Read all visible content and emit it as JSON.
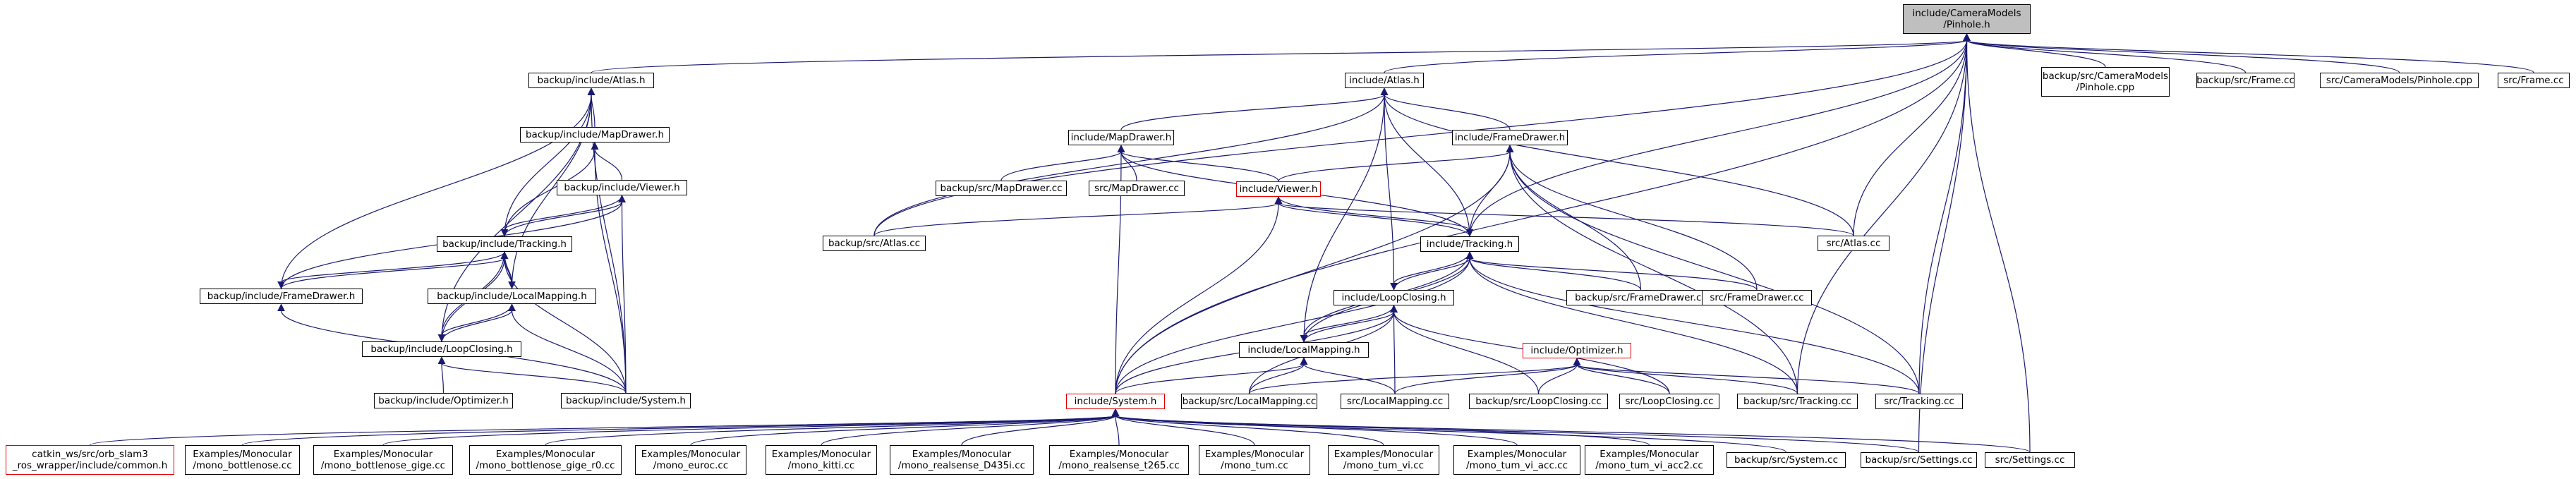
{
  "diagram": {
    "type": "include-dependency-graph",
    "colors": {
      "edge": "#191970",
      "box_border": "#000000",
      "red_border": "#e00000",
      "root_fill": "#bfbfbf"
    },
    "nodes": [
      {
        "id": "root",
        "lines": [
          "include/CameraModels",
          "/Pinhole.h"
        ],
        "style": "root"
      },
      {
        "id": "b_atlas_h",
        "lines": [
          "backup/include/Atlas.h"
        ]
      },
      {
        "id": "atlas_h",
        "lines": [
          "include/Atlas.h"
        ]
      },
      {
        "id": "b_cm_pinhole",
        "lines": [
          "backup/src/CameraModels",
          "/Pinhole.cpp"
        ]
      },
      {
        "id": "b_frame_cc",
        "lines": [
          "backup/src/Frame.cc"
        ]
      },
      {
        "id": "src_cm_pinhole",
        "lines": [
          "src/CameraModels/Pinhole.cpp"
        ]
      },
      {
        "id": "src_frame_cc",
        "lines": [
          "src/Frame.cc"
        ]
      },
      {
        "id": "b_mapdrawer_h",
        "lines": [
          "backup/include/MapDrawer.h"
        ]
      },
      {
        "id": "mapdrawer_h",
        "lines": [
          "include/MapDrawer.h"
        ]
      },
      {
        "id": "framedrawer_h",
        "lines": [
          "include/FrameDrawer.h"
        ]
      },
      {
        "id": "b_viewer_h",
        "lines": [
          "backup/include/Viewer.h"
        ]
      },
      {
        "id": "b_src_mapdrawer",
        "lines": [
          "backup/src/MapDrawer.cc"
        ]
      },
      {
        "id": "src_mapdrawer",
        "lines": [
          "src/MapDrawer.cc"
        ]
      },
      {
        "id": "viewer_h",
        "lines": [
          "include/Viewer.h"
        ],
        "style": "red"
      },
      {
        "id": "b_src_atlas",
        "lines": [
          "backup/src/Atlas.cc"
        ]
      },
      {
        "id": "src_atlas",
        "lines": [
          "src/Atlas.cc"
        ]
      },
      {
        "id": "b_tracking_h",
        "lines": [
          "backup/include/Tracking.h"
        ]
      },
      {
        "id": "tracking_h",
        "lines": [
          "include/Tracking.h"
        ]
      },
      {
        "id": "b_framedrawer_h",
        "lines": [
          "backup/include/FrameDrawer.h"
        ]
      },
      {
        "id": "b_localmapping_h",
        "lines": [
          "backup/include/LocalMapping.h"
        ]
      },
      {
        "id": "loopclosing_h",
        "lines": [
          "include/LoopClosing.h"
        ]
      },
      {
        "id": "b_src_framedrawer",
        "lines": [
          "backup/src/FrameDrawer.cc"
        ]
      },
      {
        "id": "src_framedrawer",
        "lines": [
          "src/FrameDrawer.cc"
        ]
      },
      {
        "id": "b_loopclosing_h",
        "lines": [
          "backup/include/LoopClosing.h"
        ]
      },
      {
        "id": "localmapping_h",
        "lines": [
          "include/LocalMapping.h"
        ]
      },
      {
        "id": "optimizer_h",
        "lines": [
          "include/Optimizer.h"
        ],
        "style": "red"
      },
      {
        "id": "b_optimizer_h",
        "lines": [
          "backup/include/Optimizer.h"
        ]
      },
      {
        "id": "b_system_h",
        "lines": [
          "backup/include/System.h"
        ]
      },
      {
        "id": "system_h",
        "lines": [
          "include/System.h"
        ],
        "style": "red"
      },
      {
        "id": "b_src_localmapping",
        "lines": [
          "backup/src/LocalMapping.cc"
        ]
      },
      {
        "id": "src_localmapping",
        "lines": [
          "src/LocalMapping.cc"
        ]
      },
      {
        "id": "b_src_loopclosing",
        "lines": [
          "backup/src/LoopClosing.cc"
        ]
      },
      {
        "id": "src_loopclosing",
        "lines": [
          "src/LoopClosing.cc"
        ]
      },
      {
        "id": "b_src_tracking",
        "lines": [
          "backup/src/Tracking.cc"
        ]
      },
      {
        "id": "src_tracking",
        "lines": [
          "src/Tracking.cc"
        ]
      },
      {
        "id": "common_h",
        "lines": [
          "catkin_ws/src/orb_slam3",
          "_ros_wrapper/include/common.h"
        ],
        "style": "red"
      },
      {
        "id": "ex_bottlenose",
        "lines": [
          "Examples/Monocular",
          "/mono_bottlenose.cc"
        ]
      },
      {
        "id": "ex_bottlenose_gige",
        "lines": [
          "Examples/Monocular",
          "/mono_bottlenose_gige.cc"
        ]
      },
      {
        "id": "ex_bottlenose_gige_r0",
        "lines": [
          "Examples/Monocular",
          "/mono_bottlenose_gige_r0.cc"
        ]
      },
      {
        "id": "ex_euroc",
        "lines": [
          "Examples/Monocular",
          "/mono_euroc.cc"
        ]
      },
      {
        "id": "ex_kitti",
        "lines": [
          "Examples/Monocular",
          "/mono_kitti.cc"
        ]
      },
      {
        "id": "ex_d435i",
        "lines": [
          "Examples/Monocular",
          "/mono_realsense_D435i.cc"
        ]
      },
      {
        "id": "ex_t265",
        "lines": [
          "Examples/Monocular",
          "/mono_realsense_t265.cc"
        ]
      },
      {
        "id": "ex_tum",
        "lines": [
          "Examples/Monocular",
          "/mono_tum.cc"
        ]
      },
      {
        "id": "ex_tum_vi",
        "lines": [
          "Examples/Monocular",
          "/mono_tum_vi.cc"
        ]
      },
      {
        "id": "ex_tum_vi_acc",
        "lines": [
          "Examples/Monocular",
          "/mono_tum_vi_acc.cc"
        ]
      },
      {
        "id": "ex_tum_vi_acc2",
        "lines": [
          "Examples/Monocular",
          "/mono_tum_vi_acc2.cc"
        ]
      },
      {
        "id": "b_src_system",
        "lines": [
          "backup/src/System.cc"
        ]
      },
      {
        "id": "b_src_settings",
        "lines": [
          "backup/src/Settings.cc"
        ]
      },
      {
        "id": "src_settings",
        "lines": [
          "src/Settings.cc"
        ]
      }
    ],
    "edges": [
      [
        "root",
        "b_atlas_h"
      ],
      [
        "root",
        "atlas_h"
      ],
      [
        "root",
        "b_cm_pinhole"
      ],
      [
        "root",
        "b_frame_cc"
      ],
      [
        "root",
        "src_cm_pinhole"
      ],
      [
        "root",
        "src_frame_cc"
      ],
      [
        "root",
        "b_src_atlas"
      ],
      [
        "root",
        "src_atlas"
      ],
      [
        "root",
        "tracking_h"
      ],
      [
        "root",
        "b_src_tracking"
      ],
      [
        "root",
        "src_tracking"
      ],
      [
        "root",
        "b_src_settings"
      ],
      [
        "root",
        "src_settings"
      ],
      [
        "root",
        "system_h"
      ],
      [
        "b_atlas_h",
        "b_mapdrawer_h"
      ],
      [
        "b_atlas_h",
        "b_tracking_h"
      ],
      [
        "b_atlas_h",
        "b_framedrawer_h"
      ],
      [
        "b_atlas_h",
        "b_localmapping_h"
      ],
      [
        "b_atlas_h",
        "b_loopclosing_h"
      ],
      [
        "b_atlas_h",
        "b_system_h"
      ],
      [
        "b_mapdrawer_h",
        "b_viewer_h"
      ],
      [
        "b_mapdrawer_h",
        "b_tracking_h"
      ],
      [
        "b_mapdrawer_h",
        "b_system_h"
      ],
      [
        "b_viewer_h",
        "b_tracking_h"
      ],
      [
        "b_viewer_h",
        "b_framedrawer_h"
      ],
      [
        "b_viewer_h",
        "b_system_h"
      ],
      [
        "b_tracking_h",
        "b_viewer_h"
      ],
      [
        "b_tracking_h",
        "b_framedrawer_h"
      ],
      [
        "b_tracking_h",
        "b_localmapping_h"
      ],
      [
        "b_tracking_h",
        "b_loopclosing_h"
      ],
      [
        "b_tracking_h",
        "b_system_h"
      ],
      [
        "b_framedrawer_h",
        "b_tracking_h"
      ],
      [
        "b_framedrawer_h",
        "b_system_h"
      ],
      [
        "b_localmapping_h",
        "b_tracking_h"
      ],
      [
        "b_localmapping_h",
        "b_loopclosing_h"
      ],
      [
        "b_localmapping_h",
        "b_system_h"
      ],
      [
        "b_loopclosing_h",
        "b_tracking_h"
      ],
      [
        "b_loopclosing_h",
        "b_localmapping_h"
      ],
      [
        "b_loopclosing_h",
        "b_system_h"
      ],
      [
        "b_loopclosing_h",
        "b_optimizer_h"
      ],
      [
        "atlas_h",
        "mapdrawer_h"
      ],
      [
        "atlas_h",
        "framedrawer_h"
      ],
      [
        "atlas_h",
        "tracking_h"
      ],
      [
        "atlas_h",
        "b_src_atlas"
      ],
      [
        "atlas_h",
        "src_atlas"
      ],
      [
        "atlas_h",
        "loopclosing_h"
      ],
      [
        "atlas_h",
        "localmapping_h"
      ],
      [
        "mapdrawer_h",
        "viewer_h"
      ],
      [
        "mapdrawer_h",
        "b_src_mapdrawer"
      ],
      [
        "mapdrawer_h",
        "src_mapdrawer"
      ],
      [
        "mapdrawer_h",
        "tracking_h"
      ],
      [
        "mapdrawer_h",
        "system_h"
      ],
      [
        "framedrawer_h",
        "viewer_h"
      ],
      [
        "framedrawer_h",
        "tracking_h"
      ],
      [
        "framedrawer_h",
        "b_src_framedrawer"
      ],
      [
        "framedrawer_h",
        "src_framedrawer"
      ],
      [
        "framedrawer_h",
        "b_src_tracking"
      ],
      [
        "framedrawer_h",
        "src_tracking"
      ],
      [
        "framedrawer_h",
        "system_h"
      ],
      [
        "viewer_h",
        "tracking_h"
      ],
      [
        "viewer_h",
        "system_h"
      ],
      [
        "viewer_h",
        "b_src_atlas"
      ],
      [
        "viewer_h",
        "src_atlas"
      ],
      [
        "tracking_h",
        "viewer_h"
      ],
      [
        "tracking_h",
        "loopclosing_h"
      ],
      [
        "tracking_h",
        "localmapping_h"
      ],
      [
        "tracking_h",
        "system_h"
      ],
      [
        "tracking_h",
        "b_src_framedrawer"
      ],
      [
        "tracking_h",
        "src_framedrawer"
      ],
      [
        "tracking_h",
        "b_src_tracking"
      ],
      [
        "tracking_h",
        "src_tracking"
      ],
      [
        "loopclosing_h",
        "tracking_h"
      ],
      [
        "loopclosing_h",
        "localmapping_h"
      ],
      [
        "loopclosing_h",
        "system_h"
      ],
      [
        "loopclosing_h",
        "b_src_localmapping"
      ],
      [
        "loopclosing_h",
        "src_localmapping"
      ],
      [
        "loopclosing_h",
        "b_src_loopclosing"
      ],
      [
        "loopclosing_h",
        "src_loopclosing"
      ],
      [
        "localmapping_h",
        "tracking_h"
      ],
      [
        "localmapping_h",
        "loopclosing_h"
      ],
      [
        "localmapping_h",
        "system_h"
      ],
      [
        "localmapping_h",
        "b_src_localmapping"
      ],
      [
        "localmapping_h",
        "src_localmapping"
      ],
      [
        "optimizer_h",
        "b_src_localmapping"
      ],
      [
        "optimizer_h",
        "src_localmapping"
      ],
      [
        "optimizer_h",
        "b_src_loopclosing"
      ],
      [
        "optimizer_h",
        "src_loopclosing"
      ],
      [
        "optimizer_h",
        "b_src_tracking"
      ],
      [
        "optimizer_h",
        "src_tracking"
      ],
      [
        "system_h",
        "common_h"
      ],
      [
        "system_h",
        "ex_bottlenose"
      ],
      [
        "system_h",
        "ex_bottlenose_gige"
      ],
      [
        "system_h",
        "ex_bottlenose_gige_r0"
      ],
      [
        "system_h",
        "ex_euroc"
      ],
      [
        "system_h",
        "ex_kitti"
      ],
      [
        "system_h",
        "ex_d435i"
      ],
      [
        "system_h",
        "ex_t265"
      ],
      [
        "system_h",
        "ex_tum"
      ],
      [
        "system_h",
        "ex_tum_vi"
      ],
      [
        "system_h",
        "ex_tum_vi_acc"
      ],
      [
        "system_h",
        "ex_tum_vi_acc2"
      ],
      [
        "system_h",
        "b_src_system"
      ],
      [
        "system_h",
        "b_src_settings"
      ],
      [
        "system_h",
        "src_settings"
      ]
    ]
  }
}
